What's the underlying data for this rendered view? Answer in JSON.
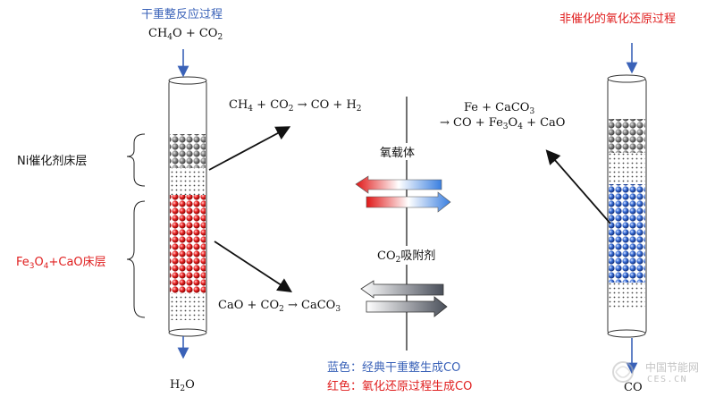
{
  "left_process": {
    "title": "干重整反应过程",
    "input": {
      "a": "CH",
      "a_sub": "4",
      "b": "O + CO",
      "b_sub": "2"
    },
    "output": {
      "a": "H",
      "a_sub": "2",
      "b": "O"
    }
  },
  "right_process": {
    "title": "非催化的氧化还原过程",
    "output": "CO"
  },
  "labels": {
    "ni_layer": "Ni催化剂床层",
    "fe_layer": {
      "p1": "Fe",
      "s1": "3",
      "p2": "O",
      "s2": "4",
      "p3": "+CaO床层"
    },
    "oxygen_carrier": "氧载体",
    "co2_sorbent": {
      "p1": "CO",
      "s1": "2",
      "p2": "吸附剂"
    }
  },
  "reactions": {
    "dry_reforming": {
      "p1": "CH",
      "s1": "4",
      "p2": " + CO",
      "s2": "2",
      "p3": " → CO + H",
      "s3": "2"
    },
    "carbonation": {
      "p1": "CaO + CO",
      "s1": "2",
      "p2": " → CaCO",
      "s2": "3"
    },
    "redox_line1": {
      "p1": "Fe + CaCO",
      "s1": "3"
    },
    "redox_line2": {
      "p1": "→ CO + Fe",
      "s1": "3",
      "p2": "O",
      "s2": "4",
      "p3": " + CaO"
    }
  },
  "legend": {
    "blue": "蓝色：经典干重整生成CO",
    "red": "红色：氧化还原过程生成CO"
  },
  "watermark": {
    "cn": "中国节能网",
    "en": "CES.CN"
  },
  "colors": {
    "blue": "#3a62b8",
    "red": "#e02020",
    "ni_gray": "#7a7a7a",
    "dark_slate": "#4a4f5a"
  }
}
